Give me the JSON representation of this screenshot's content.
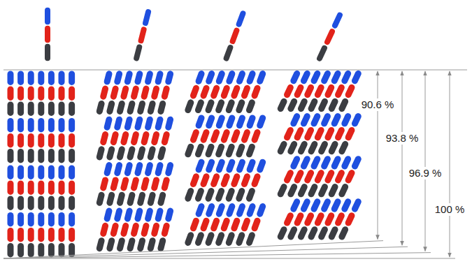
{
  "diagram": {
    "labels": [
      "90.6 %",
      "93.8 %",
      "96.9 %",
      "100 %"
    ]
  }
}
